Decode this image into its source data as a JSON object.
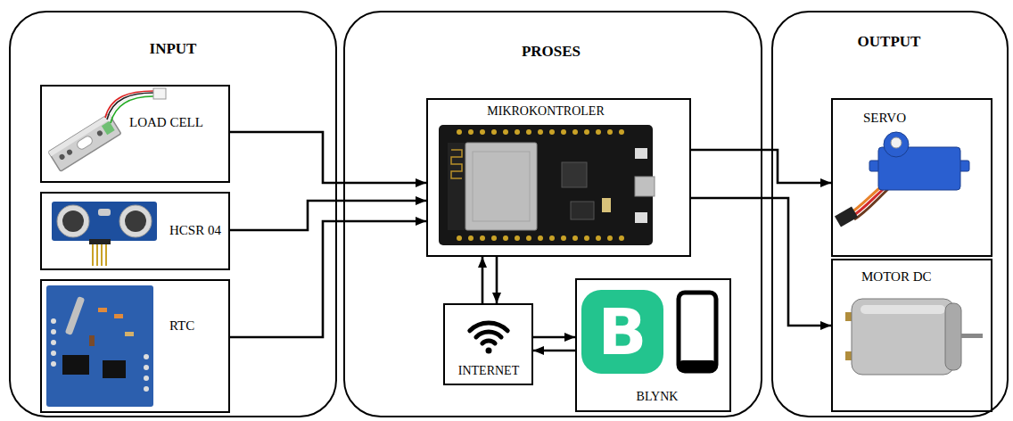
{
  "diagram": {
    "nodes": [
      {
        "text": [
          "INPUT"
        ]
      },
      {
        "text": [
          "LOAD CELL"
        ],
        "in": 0
      },
      {
        "text": [
          "HCSR 04"
        ],
        "in": 0
      },
      {
        "text": [
          "RTC"
        ],
        "in": 0
      },
      {
        "text": [
          "PROSES"
        ]
      },
      {
        "text": [
          "MIKROKONTROLER"
        ],
        "in": 4
      },
      {
        "text": [
          "INTERNET"
        ],
        "in": 4
      },
      {
        "text": [
          "BLYNK"
        ],
        "in": 4
      },
      {
        "text": [
          "OUTPUT"
        ]
      },
      {
        "text": [
          "SERVO"
        ],
        "in": 8
      },
      {
        "text": [
          "MOTOR DC"
        ],
        "in": 8
      }
    ],
    "edges": [
      {
        "from": 1,
        "to": 5,
        "arrow": "to"
      },
      {
        "from": 2,
        "to": 5,
        "arrow": "to"
      },
      {
        "from": 3,
        "to": 5,
        "arrow": "to"
      },
      {
        "from": 5,
        "to": 9,
        "arrow": "to"
      },
      {
        "from": 5,
        "to": 10,
        "arrow": "to"
      },
      {
        "from": 6,
        "to": 5,
        "arrow": "to"
      },
      {
        "from": 5,
        "to": 6,
        "arrow": "to"
      },
      {
        "from": 6,
        "to": 7,
        "arrow": "to"
      },
      {
        "from": 7,
        "to": 6,
        "arrow": "to"
      }
    ],
    "labels": [
      "B"
    ]
  }
}
